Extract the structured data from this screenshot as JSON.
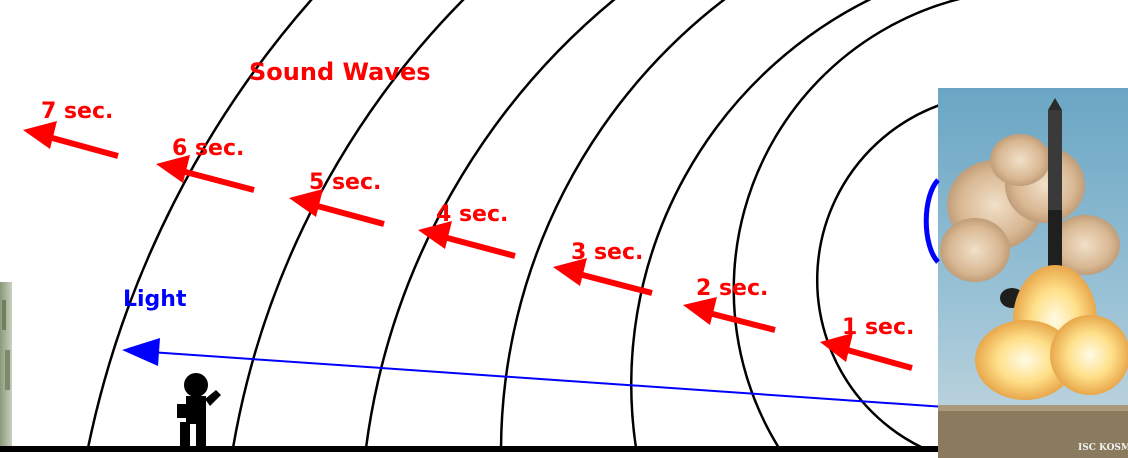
{
  "title": "Sound Waves",
  "light_label": "Light",
  "colors": {
    "sound": "#ff0000",
    "light": "#0000ff",
    "wave": "#000000",
    "ground": "#000000"
  },
  "time_labels": [
    {
      "label": "1 sec."
    },
    {
      "label": "2 sec."
    },
    {
      "label": "3 sec."
    },
    {
      "label": "4 sec."
    },
    {
      "label": "5 sec."
    },
    {
      "label": "6 sec."
    },
    {
      "label": "7 sec."
    }
  ],
  "photo": {
    "subject": "rocket launch",
    "watermark": "ISC KOSM"
  }
}
